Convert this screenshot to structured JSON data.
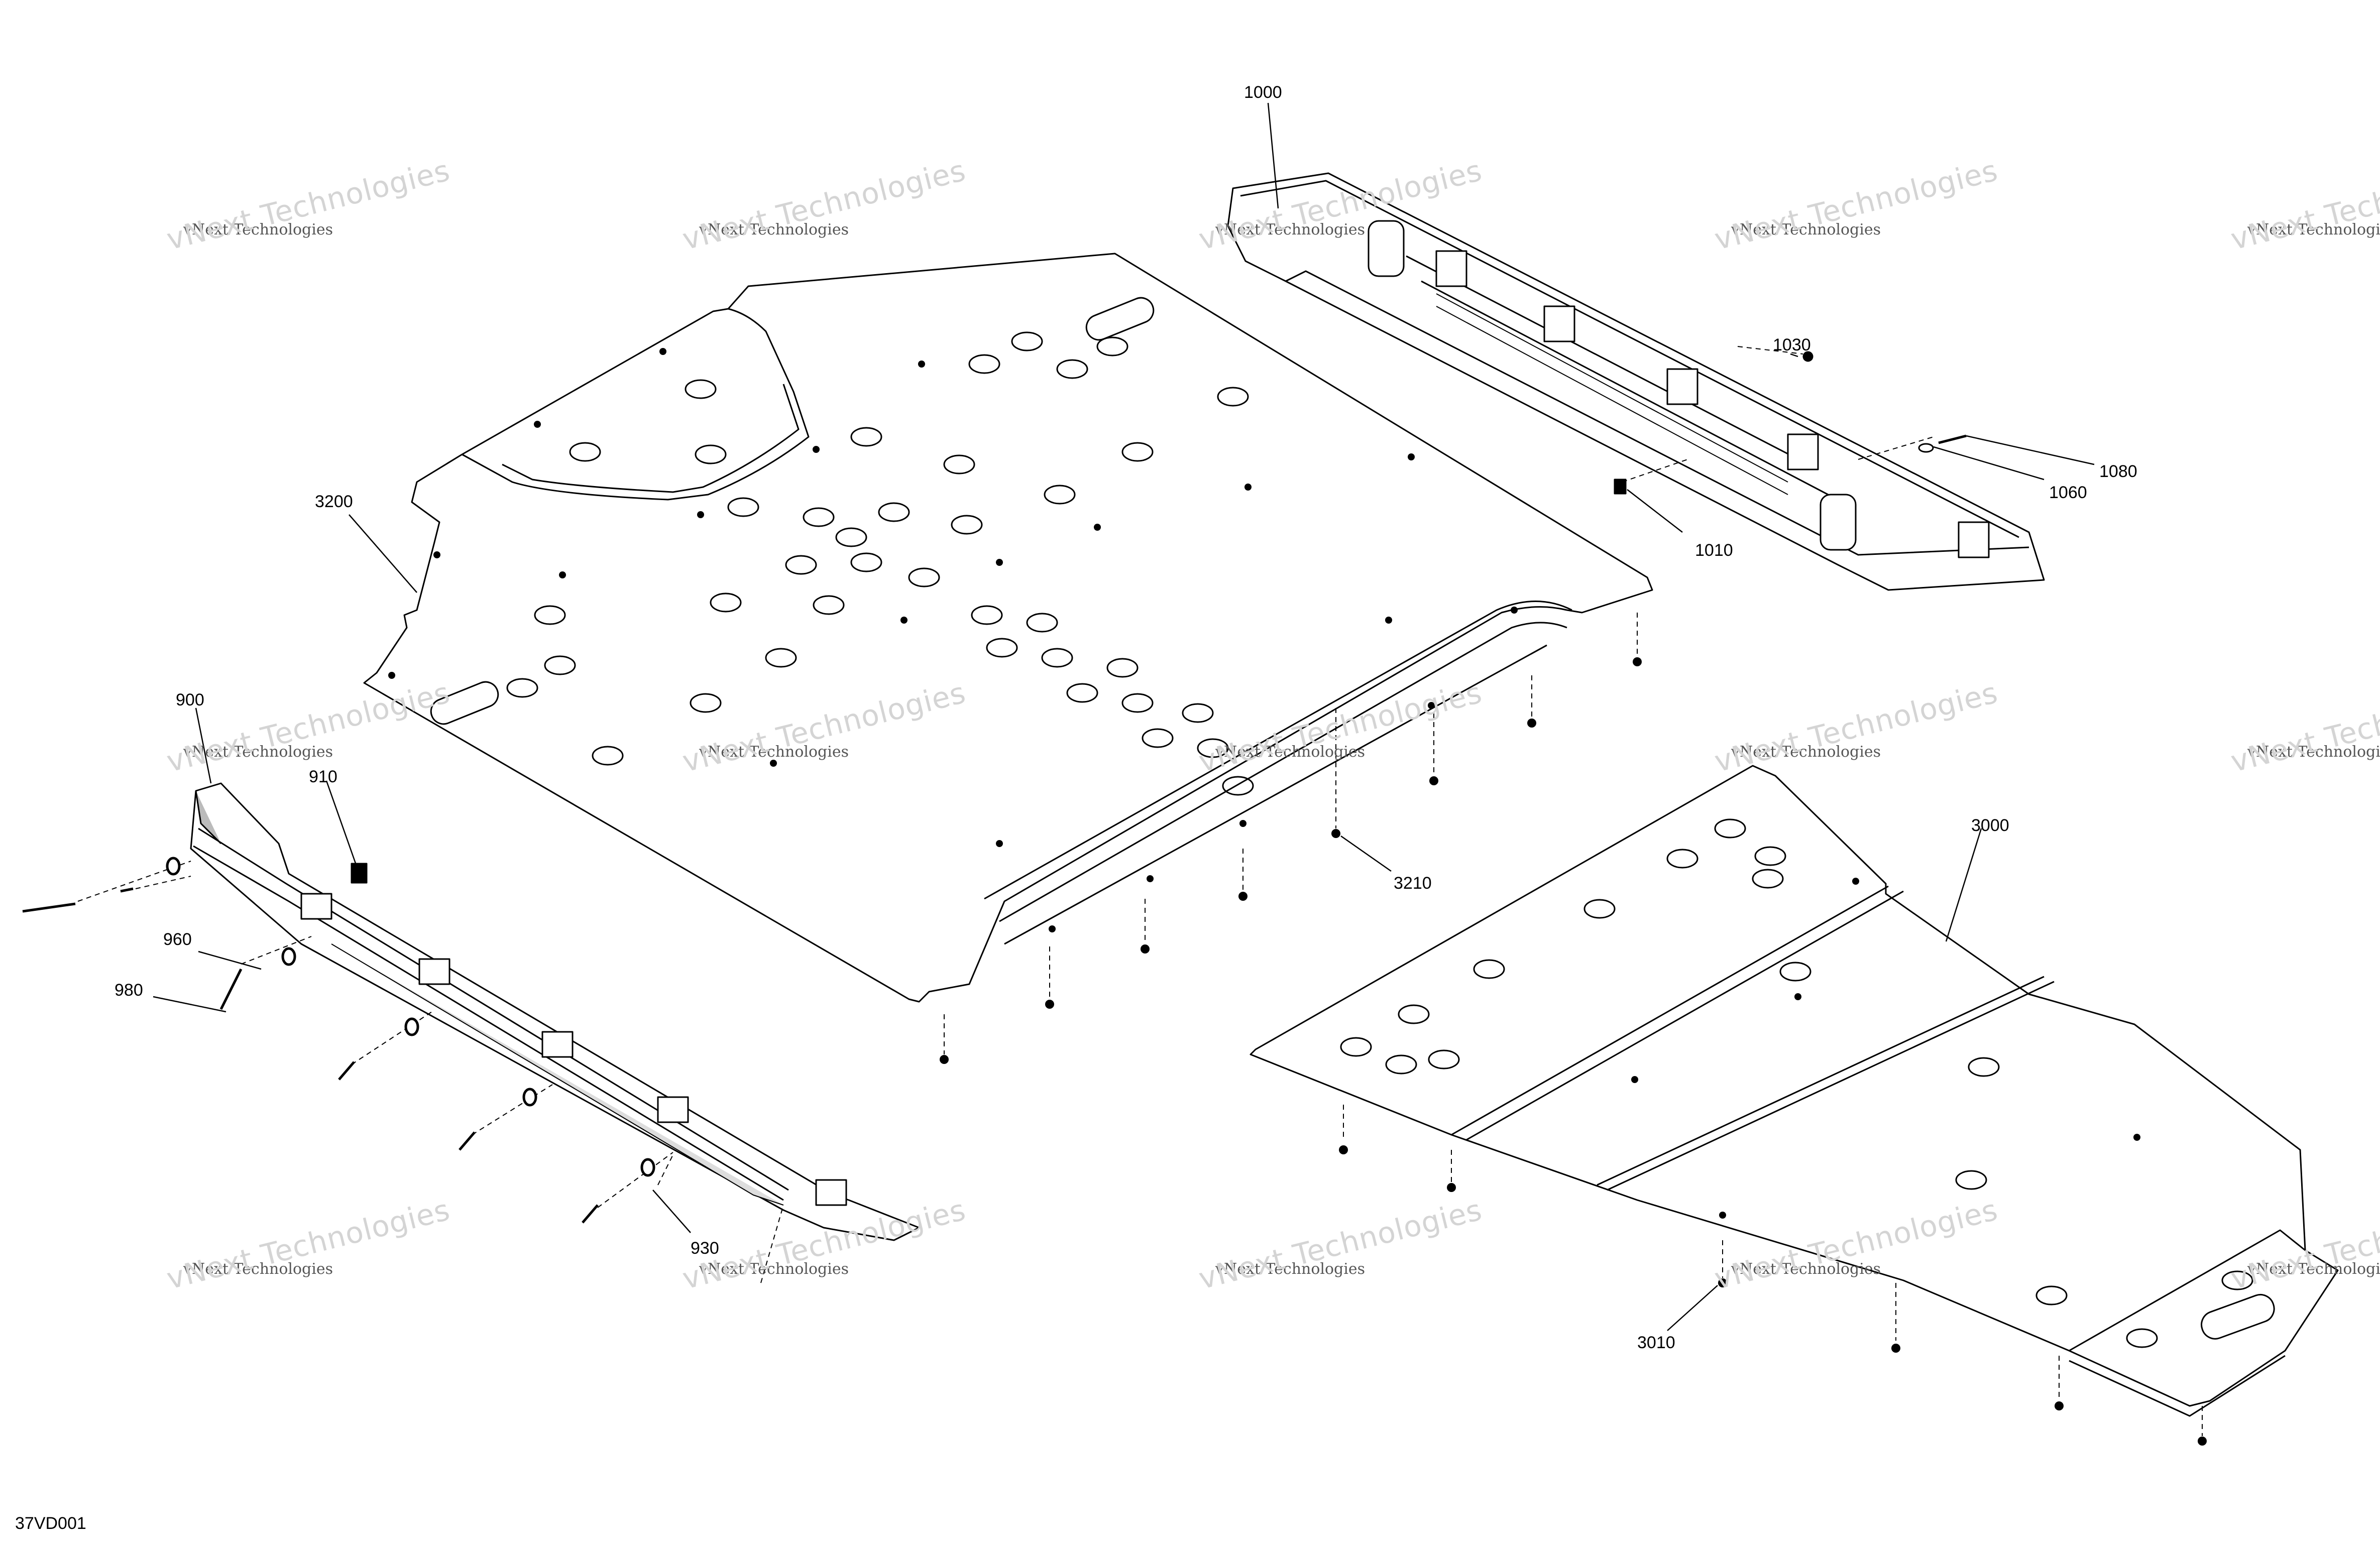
{
  "drawing_code": "37VD001",
  "watermark": {
    "line1": "vNext Technologies",
    "line2": "vNext Technologies"
  },
  "callouts": {
    "c1000": "1000",
    "c1030": "1030",
    "c1080": "1080",
    "c1060": "1060",
    "c1010": "1010",
    "c3200": "3200",
    "c900": "900",
    "c910": "910",
    "c960": "960",
    "c980": "980",
    "c930": "930",
    "c3210": "3210",
    "c3000": "3000",
    "c3010": "3010"
  }
}
